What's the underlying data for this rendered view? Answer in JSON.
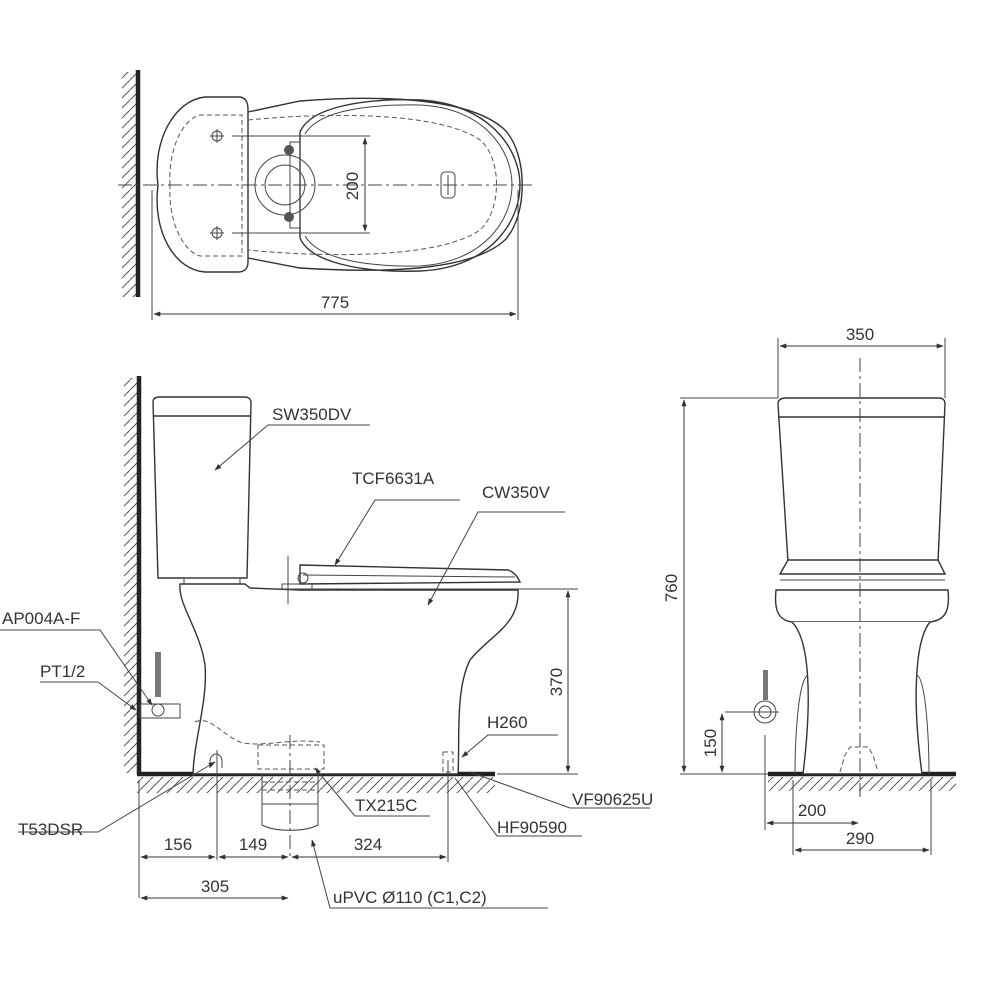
{
  "diagram": {
    "subject": "Two-piece toilet installation drawing",
    "views": [
      "top-view",
      "side-view",
      "front-view"
    ],
    "colors": {
      "line": "#333333",
      "background": "#ffffff"
    }
  },
  "top_view": {
    "dimensions": {
      "overall_length": "775",
      "mounting_bolt_spacing": "200"
    }
  },
  "side_view": {
    "part_labels": {
      "tank": "SW350DV",
      "seat": "TCF6631A",
      "bowl": "CW350V",
      "angle_valve": "AP004A-F",
      "inlet_thread": "PT1/2",
      "floor_fixing_rear": "T53DSR",
      "outlet_flange": "TX215C",
      "bolt_cap": "H260",
      "floor_bolt": "VF90625U",
      "floor_fixing_front": "HF90590",
      "drain_pipe": "uPVC Ø110 (C1,C2)"
    },
    "dimensions": {
      "seat_height": "370",
      "wall_to_rear_fixing": "156",
      "rear_fixing_to_drain": "149",
      "drain_to_front_fixing": "324",
      "wall_to_drain_center": "305"
    }
  },
  "front_view": {
    "dimensions": {
      "tank_width": "350",
      "overall_height": "760",
      "water_inlet_height": "150",
      "inlet_offset_from_center": "200",
      "base_width": "290"
    }
  }
}
